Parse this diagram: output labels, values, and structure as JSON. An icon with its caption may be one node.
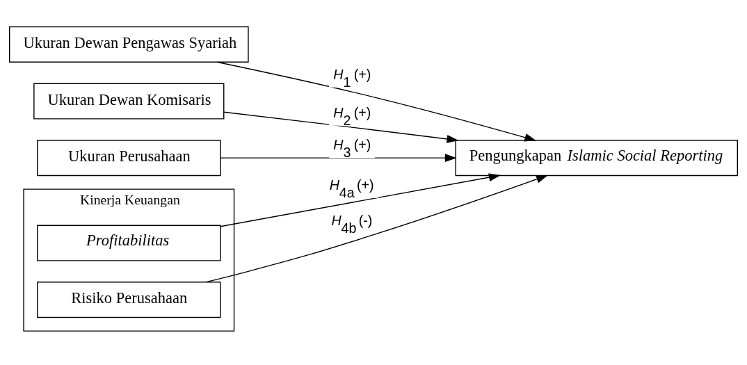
{
  "diagram": {
    "nodes": [
      {
        "text": [
          "Ukuran Dewan Pengawas Syariah"
        ]
      },
      {
        "text": [
          "Ukuran Dewan Komisaris"
        ]
      },
      {
        "text": [
          "Ukuran Perusahaan"
        ]
      },
      {
        "text": [
          "Kinerja Keuangan"
        ]
      },
      {
        "text": [
          "Profitabilitas"
        ],
        "in": 3
      },
      {
        "text": [
          "Risiko Perusahaan"
        ],
        "in": 3
      },
      {
        "text": [
          "Pengungkapan *Islamic Social Reporting*"
        ]
      }
    ],
    "edges": [
      {
        "from": 0,
        "to": 6,
        "arrow": "to",
        "label": "*H*$_{1}$ (+)"
      },
      {
        "from": 1,
        "to": 6,
        "arrow": "to",
        "label": "*H*$_{2}$ (+)"
      },
      {
        "from": 2,
        "to": 6,
        "arrow": "to",
        "label": "*H*$_{3}$ (+)"
      },
      {
        "from": 4,
        "to": 6,
        "arrow": "to",
        "label": "*H*$_{4a}$ (+)"
      },
      {
        "from": 5,
        "to": 6,
        "arrow": "to",
        "label": "*H*$_{4b}$ (-)"
      }
    ]
  }
}
